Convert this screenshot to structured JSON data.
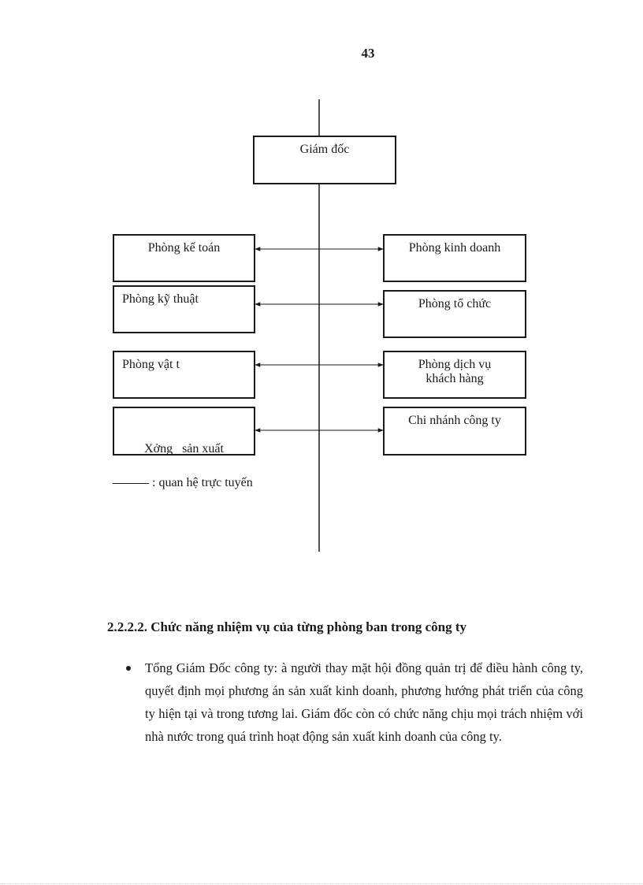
{
  "page": {
    "number": "43"
  },
  "org_chart": {
    "top": "Giám đốc",
    "left_units": [
      "Phòng kế toán",
      "Phòng kỹ thuật",
      "Phòng vật t",
      "Xởng   sản xuất"
    ],
    "right_units": [
      "Phòng kinh doanh",
      "Phòng tổ chức",
      "Phòng dịch vụ|khách hàng",
      "Chi nhánh công ty"
    ],
    "legend": ": quan hệ trực tuyến"
  },
  "section": {
    "heading": "2.2.2.2. Chức năng nhiệm vụ của từng phòng ban trong công ty",
    "bullets": [
      "Tổng Giám Đốc công ty: à người thay mặt hội đồng quản trị để điều hành công ty, quyết định mọi phương án sản xuất kinh doanh, phương hướng phát triển của công ty hiện tại và trong tương lai.  Giám đốc còn có chức năng chịu mọi trách nhiệm với nhà nước trong quá trình hoạt động sản xuất kinh doanh của công ty."
    ]
  }
}
